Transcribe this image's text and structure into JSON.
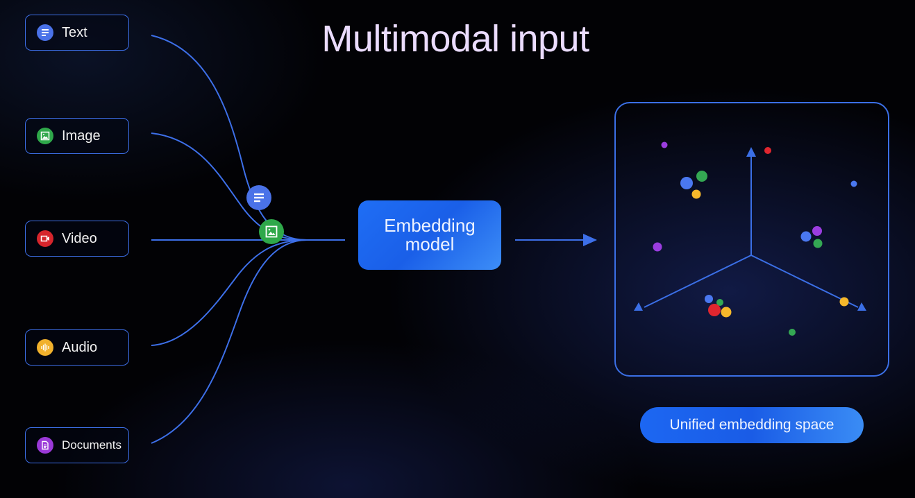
{
  "title": "Multimodal input",
  "inputs": [
    {
      "label": "Text",
      "icon": "text-lines-icon",
      "color": "#4a72e8"
    },
    {
      "label": "Image",
      "icon": "image-icon",
      "color": "#2fa84a"
    },
    {
      "label": "Video",
      "icon": "video-camera-icon",
      "color": "#d6252c"
    },
    {
      "label": "Audio",
      "icon": "audio-waveform-icon",
      "color": "#f1b12c"
    },
    {
      "label": "Documents",
      "icon": "document-icon",
      "color": "#9a39d8"
    }
  ],
  "flow_badges": [
    {
      "icon": "text-lines-icon",
      "color": "#4a72e8"
    },
    {
      "icon": "image-icon",
      "color": "#2fa84a"
    }
  ],
  "model": {
    "line1": "Embedding",
    "line2": "model"
  },
  "embedding_space": {
    "label": "Unified embedding space",
    "axis_color": "#3b6fe6",
    "point_colors": {
      "blue": "#4a78f0",
      "green": "#34a853",
      "yellow": "#f6b82b",
      "red": "#e0262f",
      "purple": "#9b3de0"
    },
    "clusters": [
      {
        "name": "top-left",
        "points": [
          "blue",
          "green",
          "yellow"
        ]
      },
      {
        "name": "right",
        "points": [
          "blue",
          "purple",
          "green"
        ]
      },
      {
        "name": "bottom",
        "points": [
          "blue",
          "green",
          "red",
          "yellow"
        ]
      }
    ],
    "outliers": [
      "purple",
      "red",
      "blue",
      "purple",
      "yellow",
      "green"
    ]
  }
}
